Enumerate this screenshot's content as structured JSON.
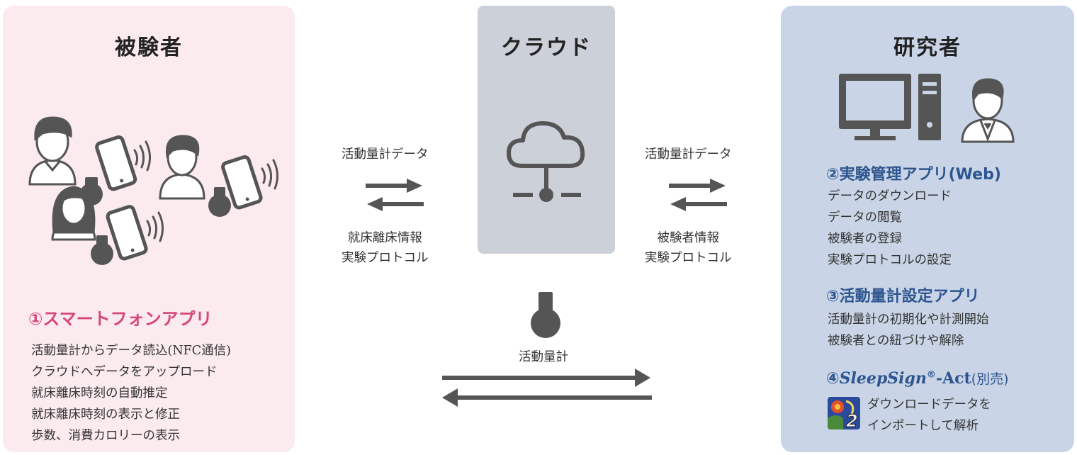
{
  "subjects": {
    "title": "被験者",
    "app_title": "①スマートフォンアプリ",
    "features": [
      "活動量計からデータ読込(NFC通信)",
      "クラウドへデータをアップロード",
      "就床離床時刻の自動推定",
      "就床離床時刻の表示と修正",
      "歩数、消費カロリーの表示"
    ]
  },
  "cloud": {
    "title": "クラウド"
  },
  "flows": {
    "left_top": "活動量計データ",
    "left_bottom": [
      "就床離床情報",
      "実験プロトコル"
    ],
    "right_top": "活動量計データ",
    "right_bottom": [
      "被験者情報",
      "実験プロトコル"
    ],
    "device_label": "活動量計"
  },
  "researcher": {
    "title": "研究者",
    "app2_title": "②実験管理アプリ(Web)",
    "app2_features": [
      "データのダウンロード",
      "データの閲覧",
      "被験者の登録",
      "実験プロトコルの設定"
    ],
    "app3_title": "③活動量計設定アプリ",
    "app3_features": [
      "活動量計の初期化や計測開始",
      "被験者との紐づけや解除"
    ],
    "app4_title_num": "④",
    "app4_title_name": "SleepSign",
    "app4_title_reg": "®",
    "app4_title_suffix": "-Act",
    "app4_title_note": "(別売)",
    "app4_desc": [
      "ダウンロードデータを",
      "インポートして解析"
    ]
  },
  "colors": {
    "subjects_bg": "#fbeaee",
    "cloud_bg": "#ccd0d8",
    "researcher_bg": "#c9d5e6",
    "accent_pink": "#d6477a",
    "accent_blue": "#2e5590",
    "icon_gray": "#555555"
  }
}
